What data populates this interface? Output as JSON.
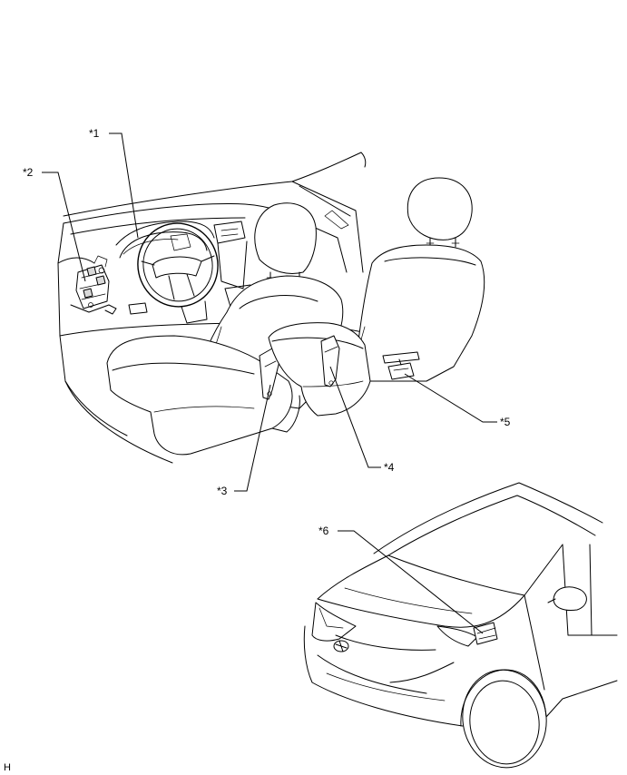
{
  "callouts": [
    {
      "id": "c1",
      "label": "*1"
    },
    {
      "id": "c2",
      "label": "*2"
    },
    {
      "id": "c3",
      "label": "*3"
    },
    {
      "id": "c4",
      "label": "*4"
    },
    {
      "id": "c5",
      "label": "*5"
    },
    {
      "id": "c6",
      "label": "*6"
    }
  ],
  "corner_mark": "H"
}
